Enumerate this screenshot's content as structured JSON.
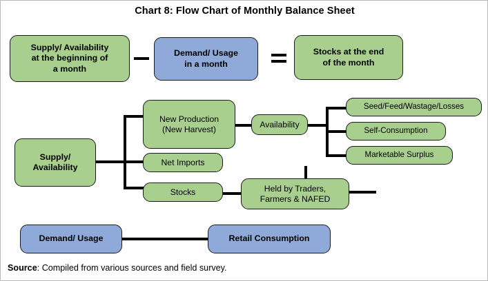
{
  "chart_data": {
    "type": "diagram",
    "title": "Chart 8: Flow Chart of Monthly Balance Sheet",
    "equation_row": {
      "left": "Supply/ Availability at the beginning of a month",
      "operator_1": "minus",
      "middle": "Demand/ Usage in a month",
      "operator_2": "equals",
      "right": "Stocks at the end of the month"
    },
    "supply_tree": {
      "root": "Supply/ Availability",
      "children": [
        "New Production (New Harvest)",
        "Net Imports",
        "Stocks"
      ],
      "availability_parent": "New Production (New Harvest)",
      "availability": "Availability",
      "availability_children": [
        "Seed/Feed/Wastage/Losses",
        "Self-Consumption",
        "Marketable Surplus"
      ],
      "held_by": "Held by Traders, Farmers & NAFED",
      "held_by_sources": [
        "Stocks",
        "Marketable Surplus"
      ]
    },
    "demand_tree": {
      "root": "Demand/ Usage",
      "children": [
        "Retail Consumption"
      ]
    },
    "source_note": "Compiled from various sources and field survey."
  },
  "title": "Chart 8: Flow Chart of Monthly Balance Sheet",
  "colors": {
    "green": "#a9cf8f",
    "blue": "#8fa9d8",
    "border": "#1a1a1a",
    "connector": "#000000"
  },
  "row1": {
    "supply_beginning_line1": "Supply/ Availability",
    "supply_beginning_line2": "at the beginning of",
    "supply_beginning_line3": "a month",
    "minus_symbol": "–",
    "demand_usage_line1": "Demand/ Usage",
    "demand_usage_line2": "in a month",
    "equals_symbol": "=",
    "stocks_end_line1": "Stocks at the end",
    "stocks_end_line2": "of the month"
  },
  "tree": {
    "supply_availability_line1": "Supply/",
    "supply_availability_line2": "Availability",
    "new_production_line1": "New Production",
    "new_production_line2": "(New Harvest)",
    "net_imports": "Net Imports",
    "stocks": "Stocks",
    "availability": "Availability",
    "seed_feed": "Seed/Feed/Wastage/Losses",
    "self_consumption": "Self-Consumption",
    "marketable_surplus": "Marketable Surplus",
    "held_by_line1": "Held by Traders,",
    "held_by_line2": "Farmers & NAFED"
  },
  "bottom": {
    "demand_usage": "Demand/ Usage",
    "retail_consumption": "Retail Consumption"
  },
  "source": {
    "label": "Source",
    "text": ": Compiled from various sources and field survey."
  }
}
